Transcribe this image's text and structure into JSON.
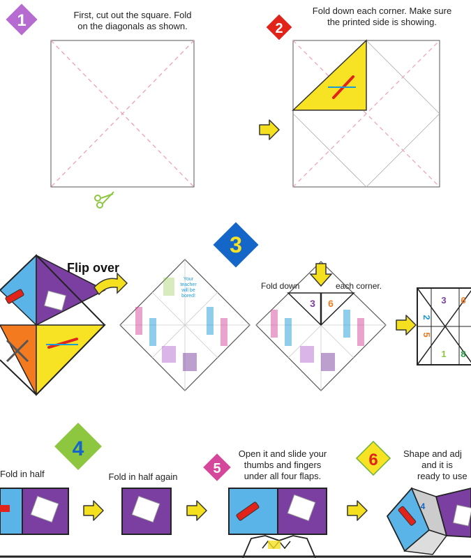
{
  "steps": [
    {
      "number": "1",
      "color": "#b56bd0",
      "text_line1": "First, cut out the square. Fold",
      "text_line2": "on the diagonals as shown."
    },
    {
      "number": "2",
      "color": "#e2231a",
      "text_line1": "Fold down each corner. Make sure",
      "text_line2": "the printed side is showing."
    },
    {
      "number": "3",
      "color": "#1466c8",
      "flip_over": "Flip over",
      "fold_down": "Fold down",
      "each_corner": "each corner."
    },
    {
      "number": "4",
      "color": "#8dc63f",
      "fold_in_half": "Fold in half",
      "fold_in_half_again": "Fold in half again"
    },
    {
      "number": "5",
      "color": "#d4479a",
      "text_line1": "Open it and slide your",
      "text_line2": "thumbs and fingers",
      "text_line3": "under all four flaps."
    },
    {
      "number": "6",
      "color": "#f7e224",
      "text_line1": "Shape and adj",
      "text_line2": "and it is",
      "text_line3": "ready to use"
    }
  ],
  "inner_labels": {
    "teacher_line1": "Your",
    "teacher_line2": "teacher",
    "teacher_line3": "will be",
    "teacher_line4": "bored!",
    "num_3": "3",
    "num_6": "6",
    "num_2": "2",
    "num_5": "5",
    "num_1": "1",
    "num_8": "8",
    "num_4": "4"
  },
  "colors": {
    "arrow": "#f5e020",
    "fold_line": "#f0a0b0",
    "blue": "#5ab4e8",
    "purple": "#7a3fa0",
    "orange": "#f47a20",
    "yellow": "#f7e224"
  }
}
